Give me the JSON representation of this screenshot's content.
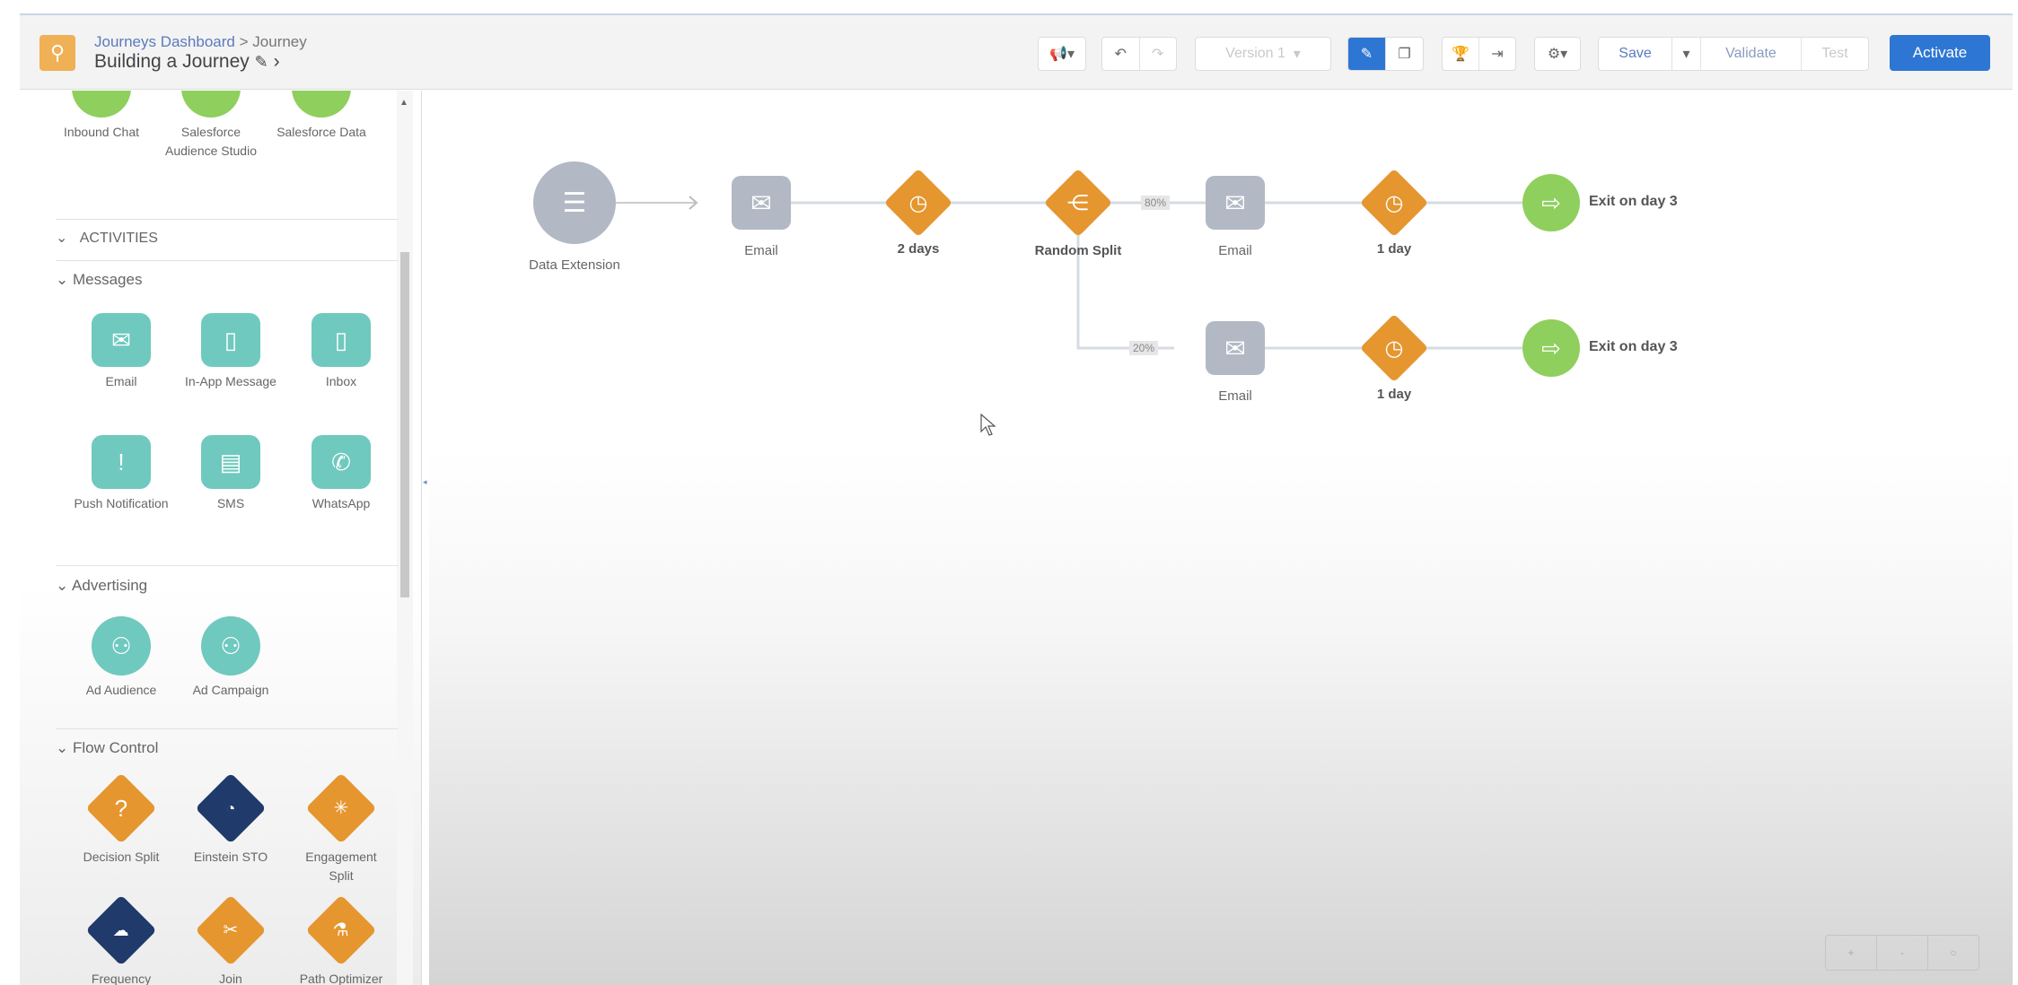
{
  "header": {
    "breadcrumb_parent": "Journeys Dashboard",
    "breadcrumb_sep": ">",
    "breadcrumb_current": "Journey",
    "title": "Building a Journey",
    "edit_icon": "pencil-icon",
    "next_icon": "chevron-right-icon"
  },
  "toolbar": {
    "version": "Version 1",
    "save": "Save",
    "validate": "Validate",
    "test": "Test",
    "activate": "Activate",
    "accent": "#2e76d3"
  },
  "sidebar": {
    "entry_items": [
      "Inbound Chat",
      "Salesforce Audience Studio",
      "Salesforce Data"
    ],
    "activities_label": "ACTIVITIES",
    "sections": [
      {
        "label": "Messages",
        "items": [
          "Email",
          "In-App Message",
          "Inbox",
          "Push Notification",
          "SMS",
          "WhatsApp"
        ]
      },
      {
        "label": "Advertising",
        "items": [
          "Ad Audience",
          "Ad Campaign"
        ]
      },
      {
        "label": "Flow Control",
        "items": [
          "Decision Split",
          "Einstein STO",
          "Engagement Split",
          "Frequency",
          "Join",
          "Path Optimizer"
        ]
      }
    ]
  },
  "canvas": {
    "source": "Data Extension",
    "main_path": {
      "email": "Email",
      "wait": "2 days",
      "split": "Random Split"
    },
    "branches": [
      {
        "percent": "80%",
        "email": "Email",
        "wait": "1 day",
        "exit": "Exit on day 3"
      },
      {
        "percent": "20%",
        "email": "Email",
        "wait": "1 day",
        "exit": "Exit on day 3"
      }
    ],
    "zoom_controls": [
      "+",
      "-",
      "○"
    ]
  },
  "colors": {
    "teal": "#6fc9bf",
    "orange": "#e5962f",
    "navy": "#1f3a6b",
    "gray": "#b2b9c4",
    "green": "#8fcf5d"
  }
}
